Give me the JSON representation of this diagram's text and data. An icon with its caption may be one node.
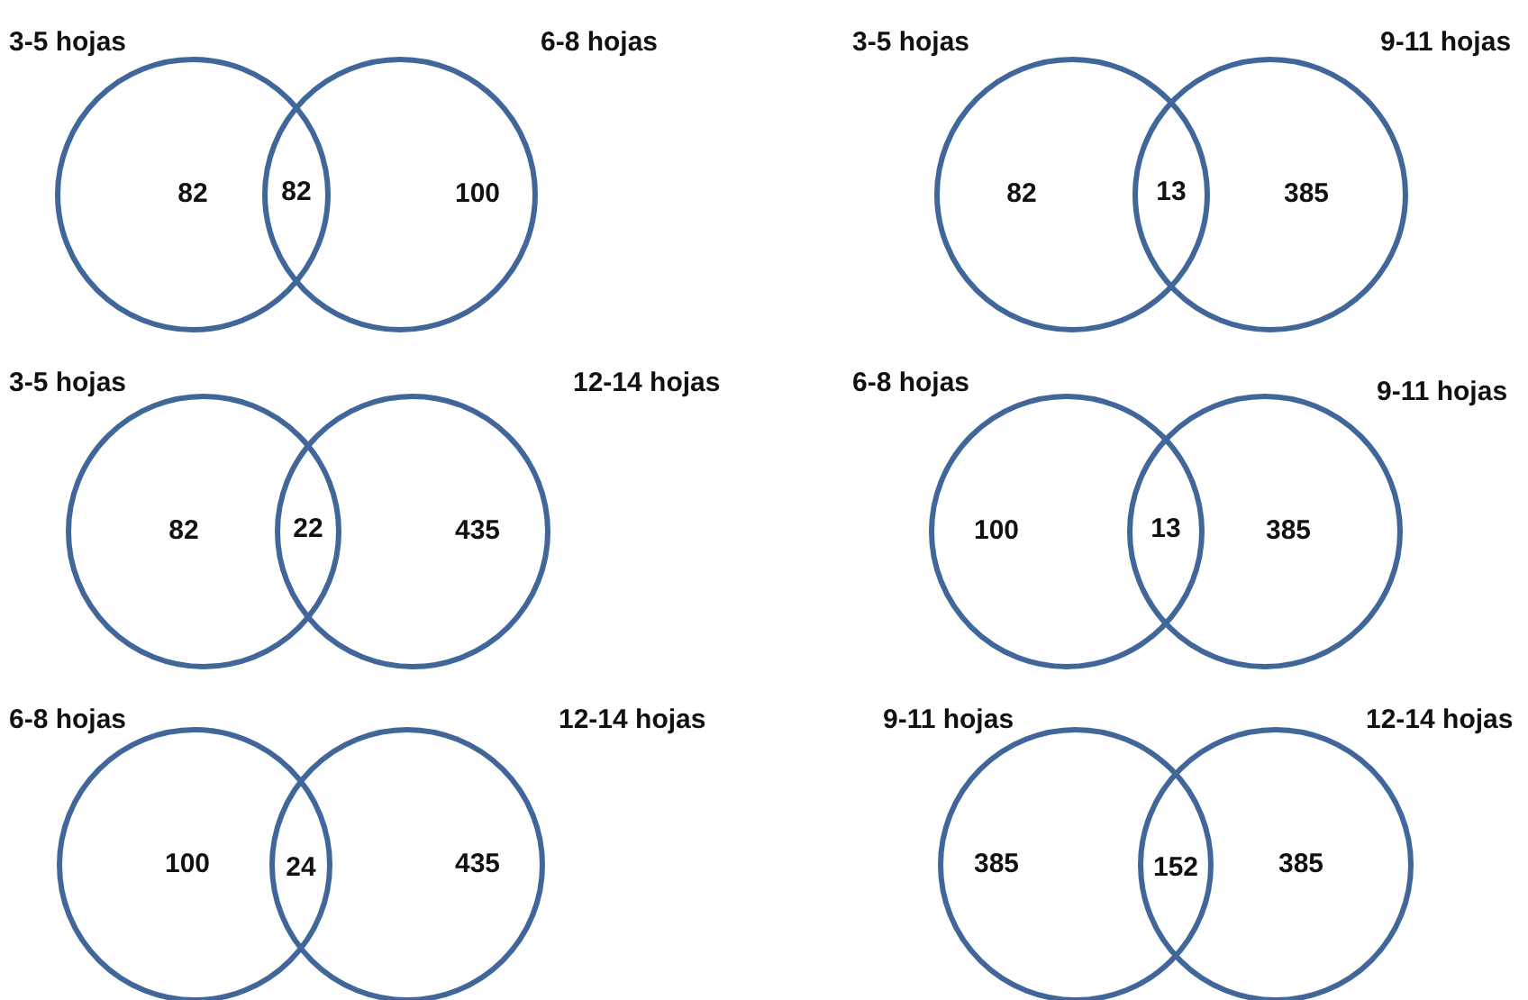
{
  "diagram": {
    "nodes": [
      {
        "text": [
          "3-5 hojas",
          "82"
        ]
      },
      {
        "text": [
          "6-8 hojas",
          "100"
        ]
      },
      {
        "text": [
          "3-5 hojas",
          "82"
        ]
      },
      {
        "text": [
          "9-11 hojas",
          "385"
        ]
      },
      {
        "text": [
          "3-5 hojas",
          "82"
        ]
      },
      {
        "text": [
          "12-14 hojas",
          "435"
        ]
      },
      {
        "text": [
          "6-8 hojas",
          "100"
        ]
      },
      {
        "text": [
          "9-11 hojas",
          "385"
        ]
      },
      {
        "text": [
          "6-8 hojas",
          "100"
        ]
      },
      {
        "text": [
          "12-14 hojas",
          "435"
        ]
      },
      {
        "text": [
          "9-11 hojas",
          "385"
        ]
      },
      {
        "text": [
          "12-14 hojas",
          "385"
        ]
      }
    ],
    "labels": [
      "82",
      "13",
      "22",
      "13",
      "24",
      "152"
    ]
  }
}
